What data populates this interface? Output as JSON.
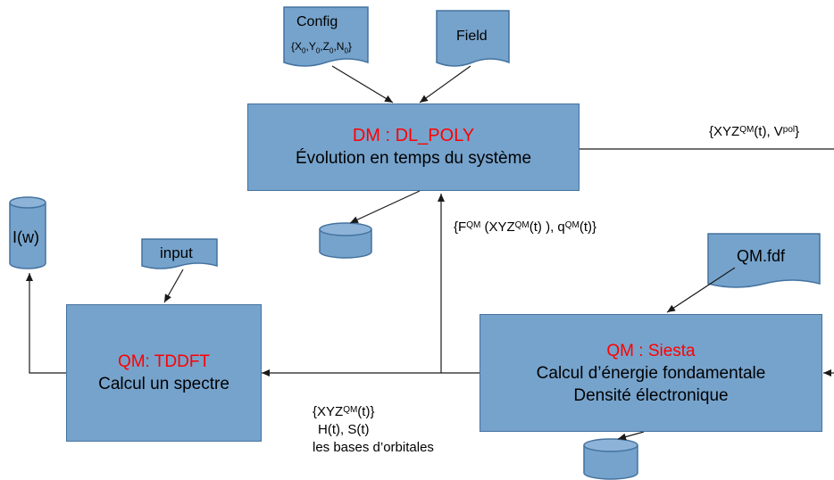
{
  "docs": {
    "config": {
      "title": "Config",
      "vars": [
        "X",
        "Y",
        "Z",
        "N"
      ],
      "subscript": "0"
    },
    "field": "Field",
    "input": "input",
    "qm_fdf": "QM.fdf"
  },
  "iw_label": "I(w)",
  "boxes": {
    "dm": {
      "title": "DM : DL_POLY",
      "line1": "Évolution en temps du système"
    },
    "tddft": {
      "title": "QM: TDDFT",
      "line1": "Calcul un spectre"
    },
    "siesta": {
      "title": "QM : Siesta",
      "line1": "Calcul d’énergie fondamentale",
      "line2": "Densité électronique"
    }
  },
  "labels": {
    "top_right": {
      "open": "{XYZ",
      "sup1": "QM",
      "mid": "(t), V",
      "sup2": "pol",
      "close": "}"
    },
    "forces": {
      "open": "{F",
      "sup1": "QM",
      "mid1": " (XYZ",
      "sup2": "QM",
      "mid2": "(t) ), q",
      "sup3": "QM",
      "close": "(t)}"
    },
    "bottom": {
      "line1_open": "{XYZ",
      "line1_sup": "QM",
      "line1_close": "(t)}",
      "line2": "H(t), S(t)",
      "line3": "les bases d’orbitales"
    }
  },
  "colors": {
    "box_fill": "#76a3cc",
    "box_border": "#44729f",
    "title_red": "#ff0000",
    "line": "#1a1a1a"
  }
}
